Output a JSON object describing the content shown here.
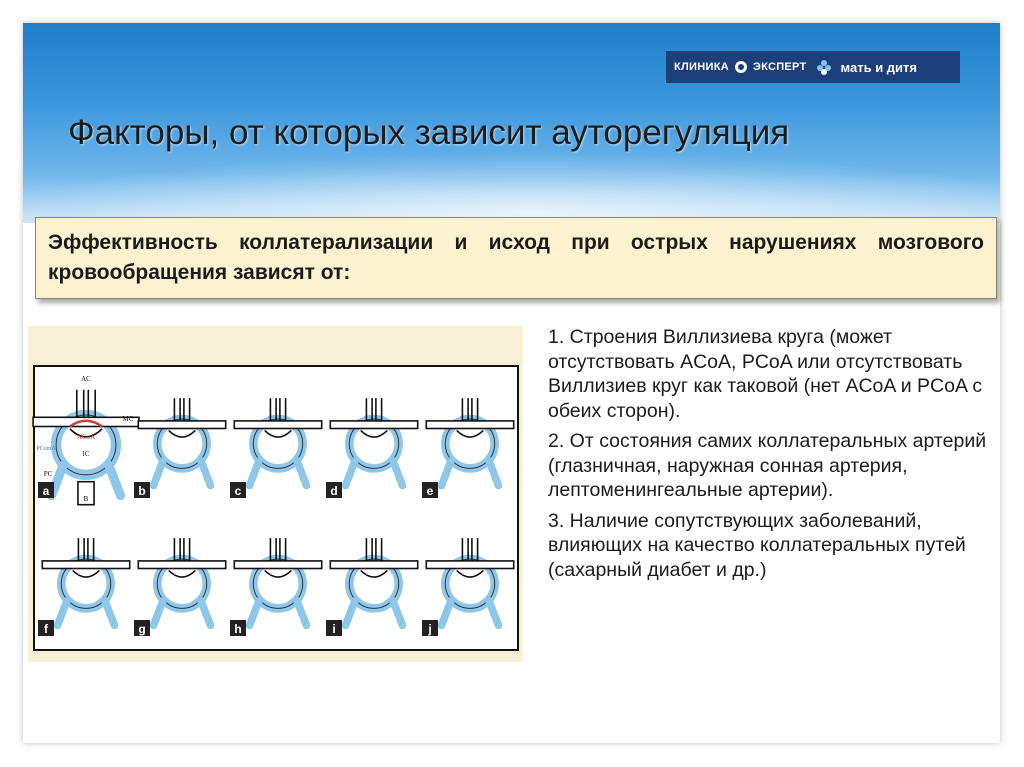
{
  "header": {
    "title": "Факторы, от которых зависит ауторегуляция",
    "logo": {
      "clinic_part1": "КЛИНИКА",
      "clinic_part2": "ЭКСПЕРТ",
      "brand": "мать и дитя"
    }
  },
  "callout": {
    "text": "Эффективность коллатерализации и исход при острых нарушениях мозгового кровообращения зависят от:"
  },
  "figure": {
    "labels": [
      "AC",
      "MC",
      "PC",
      "B",
      "ACoA",
      "IC",
      "PComA"
    ],
    "panels": [
      "a",
      "b",
      "c",
      "d",
      "e",
      "f",
      "g",
      "h",
      "i",
      "j"
    ]
  },
  "list": [
    "1. Строения Виллизиева круга (может отсутствовать ACoA, PCoA или отсутствовать Виллизиев круг как таковой (нет ACoA и PCoA с обеих сторон).",
    "2. От состояния самих коллатеральных артерий (глазничная, наружная сонная артерия, лептоменингеальные артерии).",
    "3. Наличие сопутствующих заболеваний, влияющих на качество коллатеральных путей (сахарный диабет и др.)"
  ]
}
